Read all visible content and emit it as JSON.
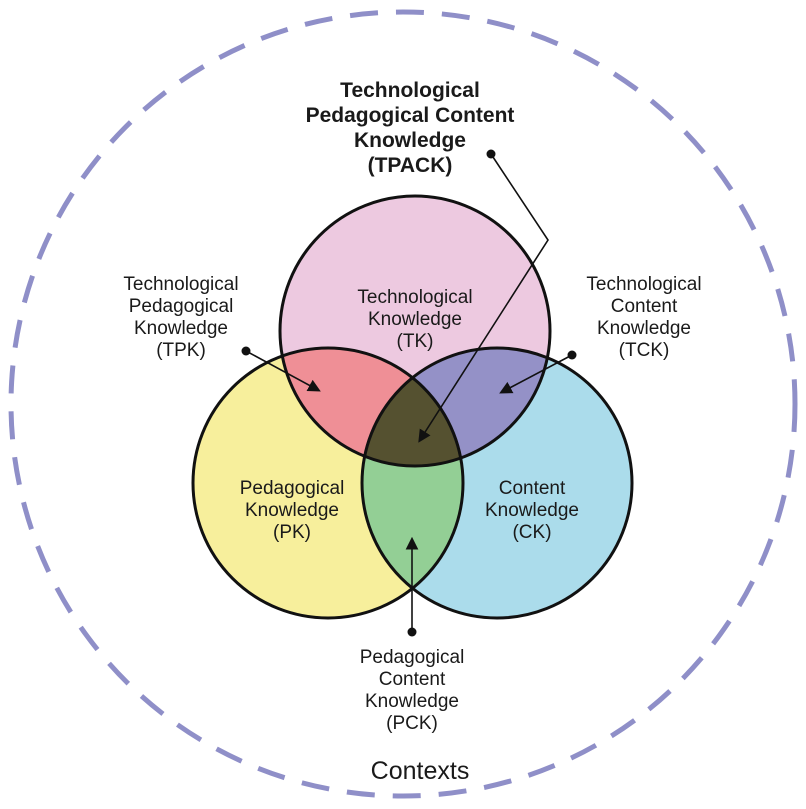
{
  "colors": {
    "contexts_ring": "#8f8fc8",
    "technological": "#edc9e0",
    "pedagogical": "#f7ef9c",
    "content": "#abdceb",
    "tpk": "#ef8f96",
    "tck": "#9491c7",
    "pck": "#93cf95",
    "tpack": "#555130",
    "outline": "#111111"
  },
  "title": {
    "lines": [
      "Technological",
      "Pedagogical Content",
      "Knowledge",
      "(TPACK)"
    ]
  },
  "circles": {
    "tk": {
      "lines": [
        "Technological",
        "Knowledge",
        "(TK)"
      ]
    },
    "pk": {
      "lines": [
        "Pedagogical",
        "Knowledge",
        "(PK)"
      ]
    },
    "ck": {
      "lines": [
        "Content",
        "Knowledge",
        "(CK)"
      ]
    }
  },
  "intersections": {
    "tpk": {
      "lines": [
        "Technological",
        "Pedagogical",
        "Knowledge",
        "(TPK)"
      ]
    },
    "tck": {
      "lines": [
        "Technological",
        "Content",
        "Knowledge",
        "(TCK)"
      ]
    },
    "pck": {
      "lines": [
        "Pedagogical",
        "Content",
        "Knowledge",
        "(PCK)"
      ]
    }
  },
  "contexts_label": "Contexts"
}
